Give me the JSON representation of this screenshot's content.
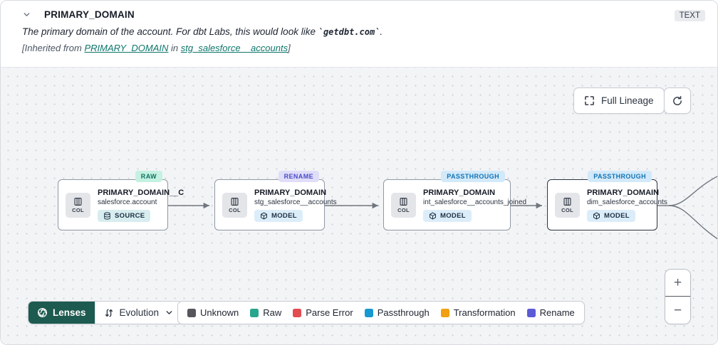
{
  "header": {
    "title": "PRIMARY_DOMAIN",
    "type_badge": "TEXT",
    "description_prefix": "The primary domain of the account. For dbt Labs, this would look like ",
    "description_code": "`getdbt.com`",
    "description_suffix": ".",
    "inherited_prefix": "[Inherited from ",
    "inherited_column_link": "PRIMARY_DOMAIN",
    "inherited_mid": " in ",
    "inherited_model_link": "stg_salesforce__accounts",
    "inherited_suffix": "]"
  },
  "toolbar": {
    "full_lineage_label": "Full Lineage"
  },
  "nodes": [
    {
      "title": "PRIMARY_DOMAIN__C",
      "subtitle": "salesforce.account",
      "resource": "SOURCE",
      "col_label": "COL",
      "status": "RAW",
      "status_bg": "#c4f1e1",
      "status_fg": "#0f7260"
    },
    {
      "title": "PRIMARY_DOMAIN",
      "subtitle": "stg_salesforce__accounts",
      "resource": "MODEL",
      "col_label": "COL",
      "status": "RENAME",
      "status_bg": "#dfddf8",
      "status_fg": "#4a4ac8"
    },
    {
      "title": "PRIMARY_DOMAIN",
      "subtitle": "int_salesforce__accounts_joined",
      "resource": "MODEL",
      "col_label": "COL",
      "status": "PASSTHROUGH",
      "status_bg": "#d2e9f9",
      "status_fg": "#1273b5"
    },
    {
      "title": "PRIMARY_DOMAIN",
      "subtitle": "dim_salesforce_accounts",
      "resource": "MODEL",
      "col_label": "COL",
      "status": "PASSTHROUGH",
      "status_bg": "#d2e9f9",
      "status_fg": "#1273b5"
    }
  ],
  "lenses": {
    "button_label": "Lenses",
    "selected_lens": "Evolution",
    "accent_color": "#1d5a4f"
  },
  "legend": {
    "items": [
      {
        "label": "Unknown",
        "color": "#54565c"
      },
      {
        "label": "Raw",
        "color": "#26a68c"
      },
      {
        "label": "Parse Error",
        "color": "#e34c50"
      },
      {
        "label": "Passthrough",
        "color": "#1798d3"
      },
      {
        "label": "Transformation",
        "color": "#f0a010"
      },
      {
        "label": "Rename",
        "color": "#5b5bd6"
      }
    ]
  },
  "zoom_controls": {
    "zoom_in": "+",
    "zoom_out": "−"
  }
}
